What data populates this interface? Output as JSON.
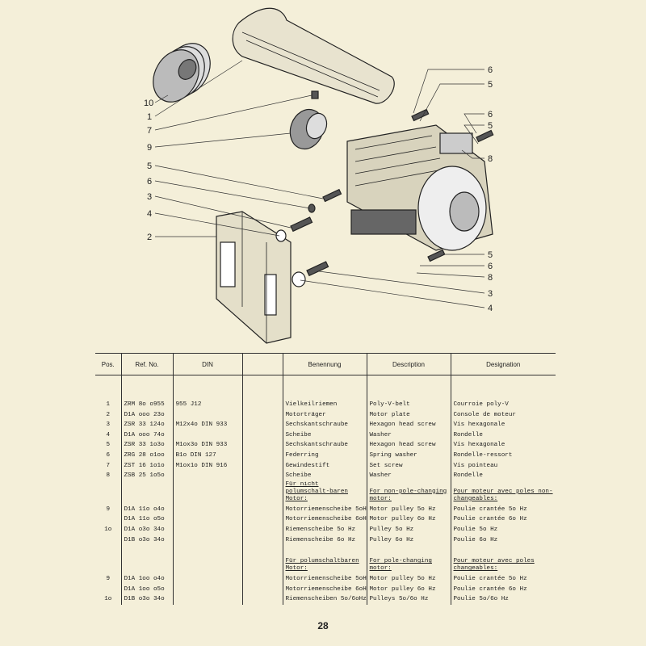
{
  "diagram": {
    "callouts_left": [
      "10",
      "1",
      "7",
      "9",
      "5",
      "6",
      "3",
      "4",
      "2"
    ],
    "callouts_right": [
      "6",
      "5",
      "6",
      "5",
      "8",
      "5",
      "6",
      "8",
      "3",
      "4"
    ]
  },
  "table": {
    "headers": [
      "Pos.",
      "Ref. No.",
      "DIN",
      "",
      "Benennung",
      "Description",
      "Designation"
    ],
    "rows": [
      [
        "1",
        "ZRM 8o o955",
        "955 J12",
        "",
        "Vielkeilriemen",
        "Poly-V-belt",
        "Courroie poly-V"
      ],
      [
        "2",
        "D1A ooo 23o",
        "",
        "",
        "Motorträger",
        "Motor plate",
        "Console de moteur"
      ],
      [
        "3",
        "ZSR 33 124o",
        "M12x4o DIN 933",
        "",
        "Sechskantschraube",
        "Hexagon head screw",
        "Vis hexagonale"
      ],
      [
        "4",
        "D1A ooo 74o",
        "",
        "",
        "Scheibe",
        "Washer",
        "Rondelle"
      ],
      [
        "5",
        "ZSR 33 1o3o",
        "M1ox3o DIN 933",
        "",
        "Sechskantschraube",
        "Hexagon head screw",
        "Vis hexagonale"
      ],
      [
        "6",
        "ZRG 28 o1oo",
        "B1o DIN 127",
        "",
        "Federring",
        "Spring washer",
        "Rondelle-ressort"
      ],
      [
        "7",
        "ZST 16 1o1o",
        "M1ox1o DIN 916",
        "",
        "Gewindestift",
        "Set screw",
        "Vis pointeau"
      ],
      [
        "8",
        "ZSB 25 1o5o",
        "",
        "",
        "Scheibe",
        "Washer",
        "Rondelle"
      ]
    ],
    "section1": {
      "de": "Für nicht polumschalt-baren Motor:",
      "en": "For non-pole-changing motor:",
      "fr": "Pour moteur avec poles non-changeables:"
    },
    "rows1": [
      [
        "9",
        "D1A 11o o4o",
        "",
        "",
        "Motorriemenscheibe 5oH",
        "Motor pulley 5o Hz",
        "Poulie crantée 5o Hz"
      ],
      [
        "",
        "D1A 11o o5o",
        "",
        "",
        "Motorriemenscheibe 6oH",
        "Motor pulley 6o Hz",
        "Poulie crantée 6o Hz"
      ],
      [
        "1o",
        "D1A o3o 34o",
        "",
        "",
        "Riemenscheibe 5o Hz",
        "Pulley 5o Hz",
        "Poulie 5o Hz"
      ],
      [
        "",
        "D1B o3o 34o",
        "",
        "",
        "Riemenscheibe 6o Hz",
        "Pulley 6o Hz",
        "Poulie 6o Hz"
      ]
    ],
    "section2": {
      "de": "Für polumschaltbaren Motor:",
      "en": "For pole-changing motor:",
      "fr": "Pour moteur avec poles changeables:"
    },
    "rows2": [
      [
        "9",
        "D1A 1oo o4o",
        "",
        "",
        "Motorriemenscheibe 5oH",
        "Motor pulley 5o Hz",
        "Poulie crantée 5o Hz"
      ],
      [
        "",
        "D1A 1oo o5o",
        "",
        "",
        "Motorriemenscheibe 6oH",
        "Motor pulley 6o Hz",
        "Poulie crantée 6o Hz"
      ],
      [
        "1o",
        "D1B o3o 34o",
        "",
        "",
        "Riemenscheiben 5o/6oHz",
        "Pulleys 5o/6o Hz",
        "Poulie 5o/6o Hz"
      ]
    ]
  },
  "page_number": "28"
}
